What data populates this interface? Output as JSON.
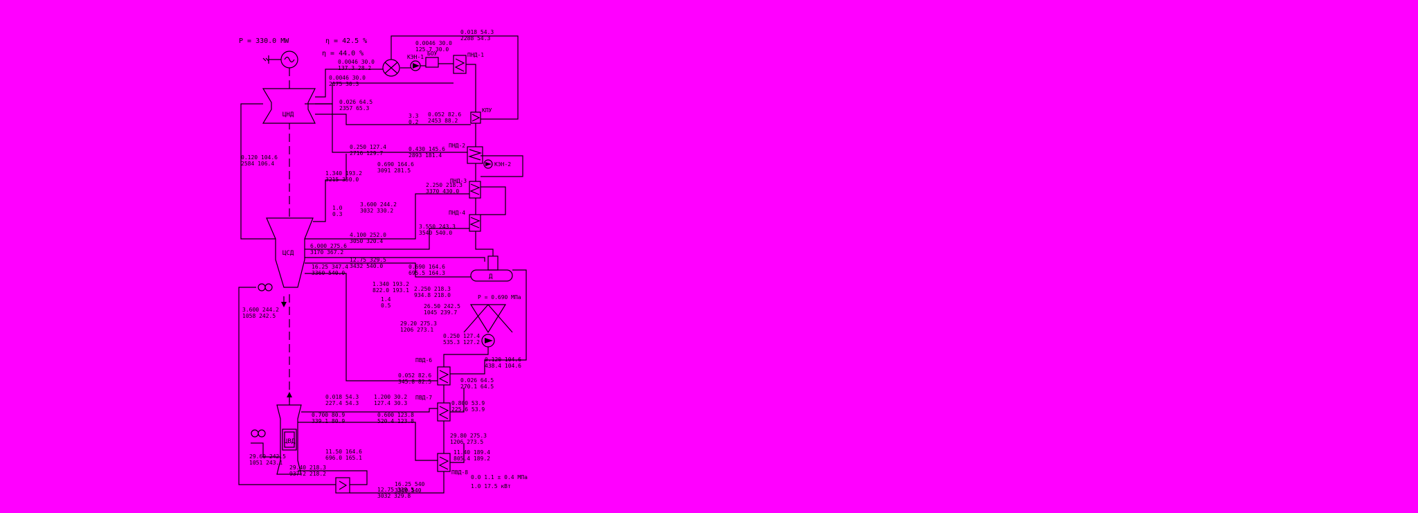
{
  "header": {
    "power": "P = 330.0 MW",
    "efficiency_net": "η = 42.5 %",
    "efficiency_gross": "η = 44.0 %"
  },
  "units": {
    "hpc": "ЦВД",
    "ipc": "ЦСД",
    "lpc": "ЦНД",
    "hph6": "ПВД-6",
    "hph7": "ПВД-7",
    "hph8": "ПВД-8",
    "lph1": "ПНД-1",
    "lph2": "ПНД-2",
    "lph3": "ПНД-3",
    "lph4": "ПНД-4",
    "kpu": "КПУ",
    "deaerator": "Д",
    "bpu": "БОУ",
    "kn1": "КЭН-1",
    "kn2": "КЭН-2",
    "deaerator_pressure": "P = 0.690 МПа"
  },
  "stream_labels": {
    "s01": [
      "0.0046 30.0",
      "137.3 28.2"
    ],
    "s02": [
      "0.0046 30.0",
      "2175 30.3"
    ],
    "s03": [
      "0.0046 30.0",
      "125.7 30.0"
    ],
    "s04": [
      "0.018 54.3",
      "2288 54.3"
    ],
    "s05": [
      "0.026 64.5",
      "2357 65.3"
    ],
    "s06": [
      "0.052 82.6",
      "2453 88.2"
    ],
    "s07": [
      "0.120 104.6",
      "2584 106.4"
    ],
    "s08": [
      "0.250 127.4",
      "2716 129.7"
    ],
    "s09": [
      "0.430 145.6",
      "2893 181.4"
    ],
    "s10": [
      "0.690 164.6",
      "3091 281.5"
    ],
    "s11": [
      "1.340 193.2",
      "3215 350.0"
    ],
    "s12": [
      "2.250 218.3",
      "3370 430.0"
    ],
    "s13": [
      "3.600 244.2",
      "3032 330.2"
    ],
    "s14": [
      "3.550 243.3",
      "3540 540.0"
    ],
    "s15": [
      "4.100 252.0",
      "3050 320.4"
    ],
    "s16": [
      "6.000 275.6",
      "3170 367.2"
    ],
    "s17": [
      "12.75 329.5",
      "3432 540.0"
    ],
    "s18": [
      "16.25 347.4",
      "3360 540.0"
    ],
    "s19": [
      "0.690 164.6",
      "695.5 164.3"
    ],
    "s20": [
      "1.340 193.2",
      "822.0 193.1"
    ],
    "s21": [
      "2.250 218.3",
      "934.8 218.0"
    ],
    "s22": [
      "3.600 244.2",
      "1058 242.5"
    ],
    "s23": [
      "26.50 242.5",
      "1045 239.7"
    ],
    "s24": [
      "29.20 275.3",
      "1206 273.1"
    ],
    "s25": [
      "0.250 127.4",
      "535.3 127.2"
    ],
    "s26": [
      "0.120 104.6",
      "438.4 104.6"
    ],
    "s27": [
      "0.052 82.6",
      "345.8 82.5"
    ],
    "s28": [
      "0.026 64.5",
      "270.1 64.5"
    ],
    "s29": [
      "0.018 54.3",
      "227.4 54.3"
    ],
    "s30": [
      "1.200 30.2",
      "127.4 30.3"
    ],
    "s31": [
      "0.800 53.9",
      "225.6 53.9"
    ],
    "s32": [
      "0.700 80.9",
      "339.1 80.9"
    ],
    "s33": [
      "0.600 123.8",
      "520.4 123.8"
    ],
    "s34": [
      "11.50 164.6",
      "696.0 165.1"
    ],
    "s35": [
      "11.40 189.4",
      "805.4 189.2"
    ],
    "s36": [
      "29.80 275.3",
      "1206 273.5"
    ],
    "s37": [
      "29.60 242.5",
      "1051 243.1"
    ],
    "s38": [
      "29.40 218.3",
      "937.2 218.2"
    ],
    "s39": [
      "0.0 1.1 ± 0.4 МПа",
      "1.0 17.5 кВт"
    ],
    "s40": [
      "16.25 540",
      "3360 540"
    ],
    "s41": [
      "12.75 329.5",
      "3032 329.8"
    ],
    "s42": [
      "3.3",
      "0.2"
    ],
    "s43": [
      "1.0",
      "0.3"
    ],
    "s44": [
      "1.4",
      "0.5"
    ]
  }
}
